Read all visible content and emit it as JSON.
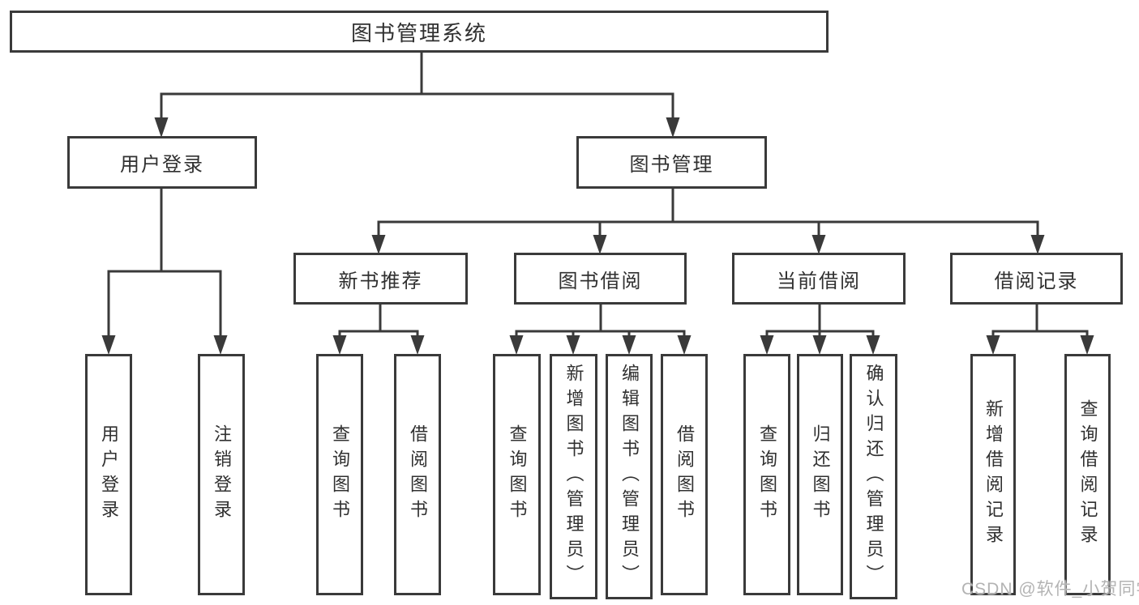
{
  "diagram": {
    "type": "hierarchy-tree",
    "colors": {
      "line": "#3a3a3a",
      "text": "#303030",
      "watermark": "#b3b3b3",
      "background": "#ffffff"
    },
    "watermark": "CSDN @软件_小贺同学",
    "tree": {
      "label": "图书管理系统",
      "children": [
        {
          "label": "用户登录",
          "children": [
            {
              "label": "用户登录"
            },
            {
              "label": "注销登录"
            }
          ]
        },
        {
          "label": "图书管理",
          "children": [
            {
              "label": "新书推荐",
              "children": [
                {
                  "label": "查询图书"
                },
                {
                  "label": "借阅图书"
                }
              ]
            },
            {
              "label": "图书借阅",
              "children": [
                {
                  "label": "查询图书"
                },
                {
                  "label": "新增图书（管理员）"
                },
                {
                  "label": "编辑图书（管理员）"
                },
                {
                  "label": "借阅图书"
                }
              ]
            },
            {
              "label": "当前借阅",
              "children": [
                {
                  "label": "查询图书"
                },
                {
                  "label": "归还图书"
                },
                {
                  "label": "确认归还（管理员）"
                }
              ]
            },
            {
              "label": "借阅记录",
              "children": [
                {
                  "label": "新增借阅记录"
                },
                {
                  "label": "查询借阅记录"
                }
              ]
            }
          ]
        }
      ]
    }
  }
}
